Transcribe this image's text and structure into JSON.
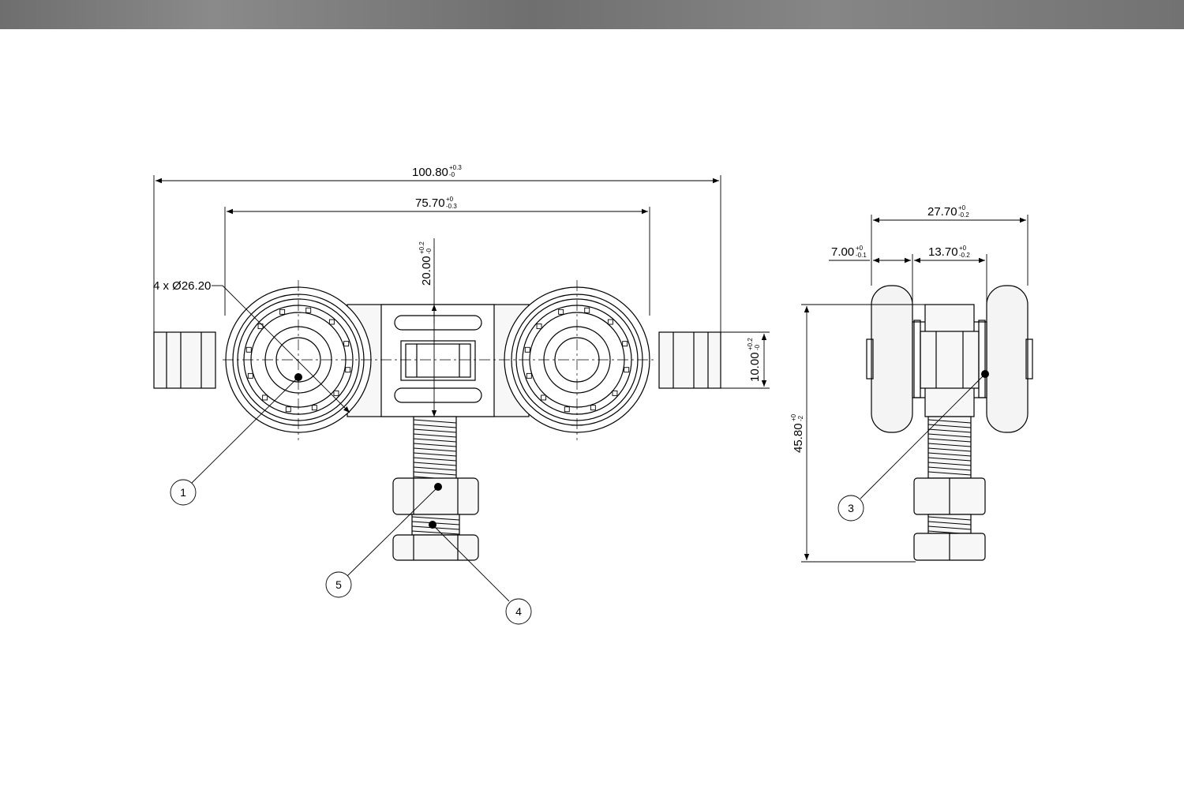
{
  "dimensions": {
    "overall_width": {
      "value": "100.80",
      "tol_upper": "+0.3",
      "tol_lower": "-0"
    },
    "wheel_spacing": {
      "value": "75.70",
      "tol_upper": "+0",
      "tol_lower": "-0.3"
    },
    "stud_height": {
      "value": "20.00",
      "tol_upper": "+0.2",
      "tol_lower": "-0"
    },
    "body_height": {
      "value": "10.00",
      "tol_upper": "+0.2",
      "tol_lower": "-0"
    },
    "wheel_diameter": {
      "text": "4 x Ø26.20"
    },
    "side_width": {
      "value": "27.70",
      "tol_upper": "+0",
      "tol_lower": "-0.2"
    },
    "wheel_width": {
      "value": "7.00",
      "tol_upper": "+0",
      "tol_lower": "-0.1"
    },
    "inner_width": {
      "value": "13.70",
      "tol_upper": "+0",
      "tol_lower": "-0.2"
    },
    "total_height": {
      "value": "45.80",
      "tol_upper": "+0",
      "tol_lower": "-2"
    }
  },
  "callouts": [
    "1",
    "5",
    "4",
    "3"
  ],
  "colors": {
    "line": "#000000",
    "wheel_fill": "#f4f4f4",
    "part_fill": "#f7f7f7",
    "topbar": "#777777"
  }
}
